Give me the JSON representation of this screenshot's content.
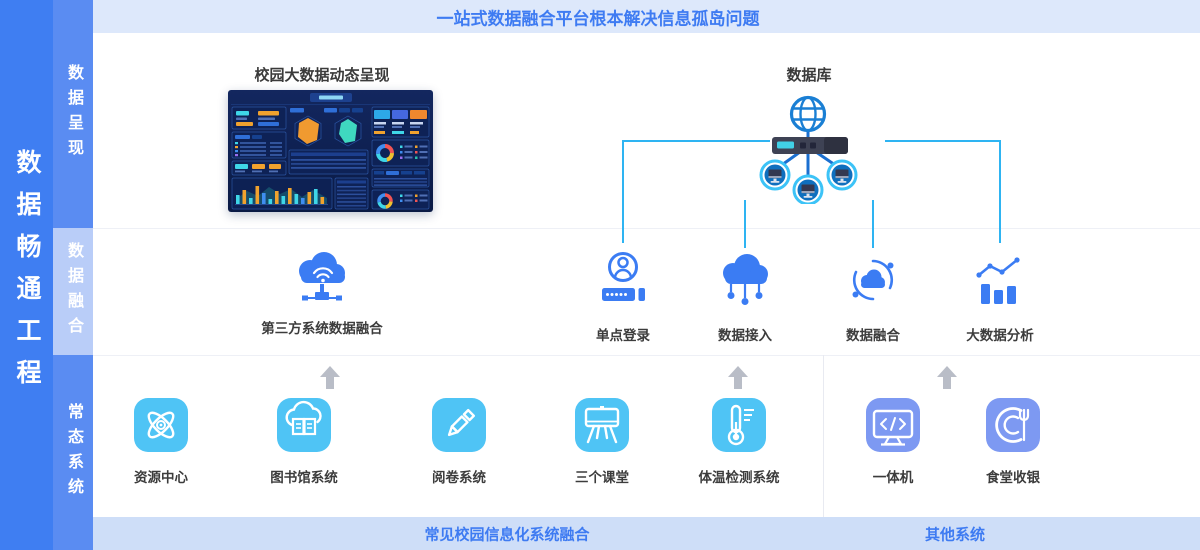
{
  "header": {
    "banner": "一站式数据融合平台根本解决信息孤岛问题"
  },
  "sidebar": {
    "title": "数据畅通工程",
    "sections": [
      {
        "label": "数据呈现"
      },
      {
        "label": "数据融合"
      },
      {
        "label": "常态系统"
      }
    ]
  },
  "presentation": {
    "dashboard_caption": "校园大数据动态呈现",
    "database_label": "数据库"
  },
  "fusion": {
    "cloud_label": "第三方系统数据融合",
    "services": [
      {
        "label": "单点登录"
      },
      {
        "label": "数据接入"
      },
      {
        "label": "数据融合"
      },
      {
        "label": "大数据分析"
      }
    ]
  },
  "systems": {
    "left_group": {
      "banner": "常见校园信息化系统融合",
      "items": [
        {
          "label": "资源中心"
        },
        {
          "label": "图书馆系统"
        },
        {
          "label": "阅卷系统"
        },
        {
          "label": "三个课堂"
        },
        {
          "label": "体温检测系统"
        }
      ]
    },
    "right_group": {
      "banner": "其他系统",
      "items": [
        {
          "label": "一体机"
        },
        {
          "label": "食堂收银"
        }
      ]
    }
  },
  "colors": {
    "primary_blue": "#3f7ef2",
    "column_blue": "#5a8cf2",
    "light_blue_segment": "#b9cdf8",
    "banner_top_bg": "#dde8fb",
    "banner_bottom_bg": "#cedef8",
    "banner_text": "#3e7bf2",
    "icon_blue": "#3b7cf3",
    "icon_cyan": "#4fc4f5",
    "icon_periwinkle": "#7d99f2",
    "connector_cyan": "#2eb4f2",
    "arrow_gray": "#b9bdc7",
    "dashboard_bg": "#0c1e50"
  }
}
